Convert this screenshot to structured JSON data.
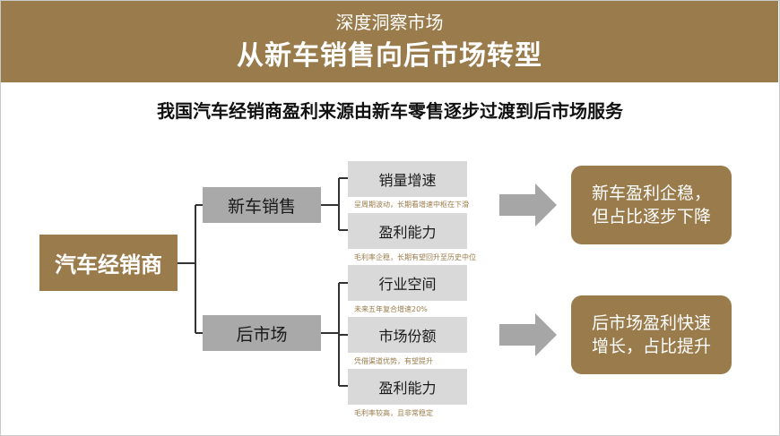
{
  "header": {
    "subtitle": "深度洞察市场",
    "title": "从新车销售向后市场转型"
  },
  "slide_subtitle": "我国汽车经销商盈利来源由新车零售逐步过渡到后市场服务",
  "root": "汽车经销商",
  "branches": [
    {
      "label": "新车销售",
      "items": [
        {
          "label": "销量增速",
          "note": "呈周期波动，长期看增速中枢在下滑"
        },
        {
          "label": "盈利能力",
          "note": "毛利率企稳，长期有望回升至历史中位"
        }
      ],
      "result": "新车盈利企稳，但占比逐步下降"
    },
    {
      "label": "后市场",
      "items": [
        {
          "label": "行业空间",
          "note": "未来五年复合增速20%"
        },
        {
          "label": "市场份额",
          "note": "凭借渠道优势，有望提升"
        },
        {
          "label": "盈利能力",
          "note": "毛利率较高，且非常稳定"
        }
      ],
      "result": "后市场盈利快速增长，占比提升"
    }
  ],
  "colors": {
    "brand_gold": "#9a7b4b",
    "level1_gray": "#a9a9a9",
    "level2_gray": "#d9d9d9",
    "line_dark": "#333333",
    "arrow_gray": "#a6a6a6"
  }
}
